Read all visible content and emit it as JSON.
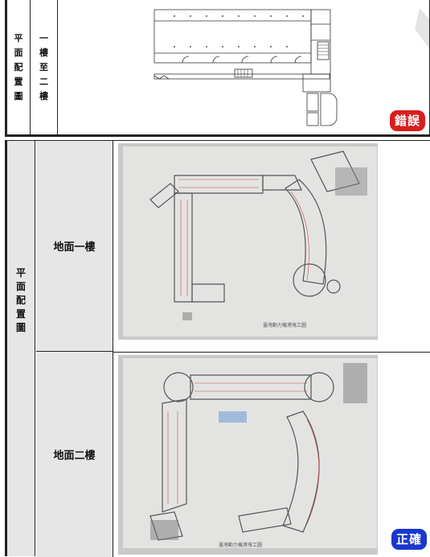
{
  "top_table": {
    "col1_chars": [
      "平",
      "面",
      "配",
      "置",
      "圖"
    ],
    "col2_chars": [
      "一",
      "樓",
      "至",
      "二",
      "樓"
    ]
  },
  "badges": {
    "wrong": "錯誤",
    "correct": "正確"
  },
  "bottom_table": {
    "col1_chars": [
      "平",
      "面",
      "配",
      "置",
      "圖"
    ],
    "rows": [
      {
        "label": "地面一樓",
        "photo_caption": "臺灣動力機港境工圖"
      },
      {
        "label": "地面二樓",
        "photo_caption": "臺灣動力機港境工圖"
      }
    ]
  },
  "colors": {
    "wrong_badge": "#d81e1e",
    "correct_badge": "#1a37cf",
    "label_bg": "#e6e6e6"
  }
}
